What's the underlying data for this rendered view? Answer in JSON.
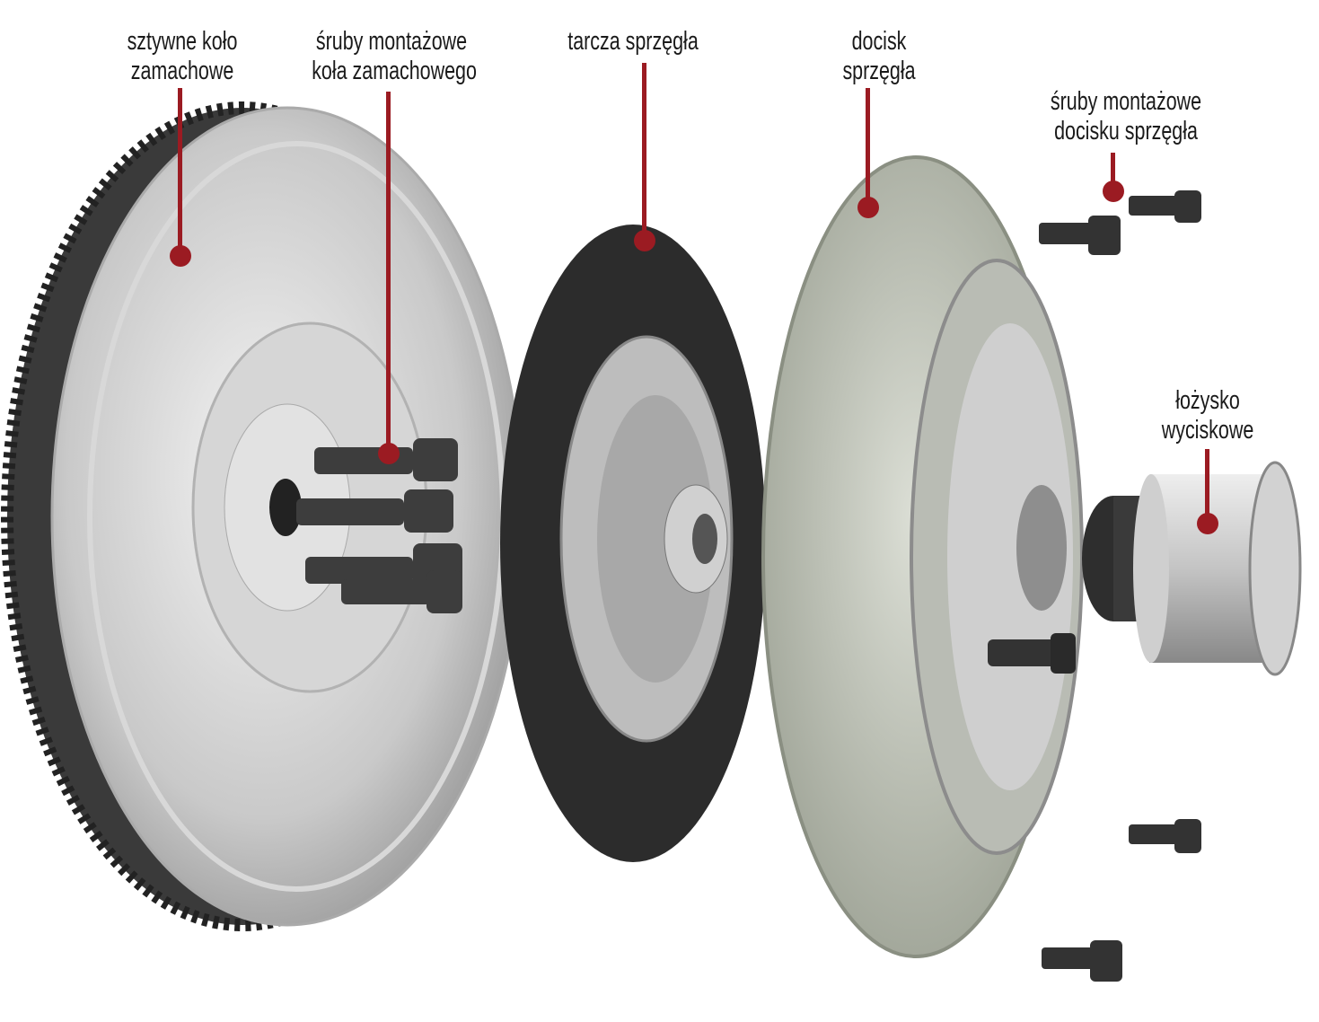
{
  "colors": {
    "marker": "#9b1b22",
    "text": "#1a1a1a"
  },
  "labels": [
    {
      "id": "flywheel",
      "lines": [
        "sztywne koło",
        "zamachowe"
      ]
    },
    {
      "id": "flywheel-bolts",
      "lines": [
        "śruby montażowe",
        "koła zamachowego"
      ]
    },
    {
      "id": "clutch-disc",
      "lines": [
        "tarcza sprzęgła"
      ]
    },
    {
      "id": "pressure-plate",
      "lines": [
        "docisk",
        "sprzęgła"
      ]
    },
    {
      "id": "pressure-plate-bolts",
      "lines": [
        "śruby montażowe",
        "docisku sprzęgła"
      ]
    },
    {
      "id": "release-bearing",
      "lines": [
        "łożysko",
        "wyciskowe"
      ]
    }
  ]
}
